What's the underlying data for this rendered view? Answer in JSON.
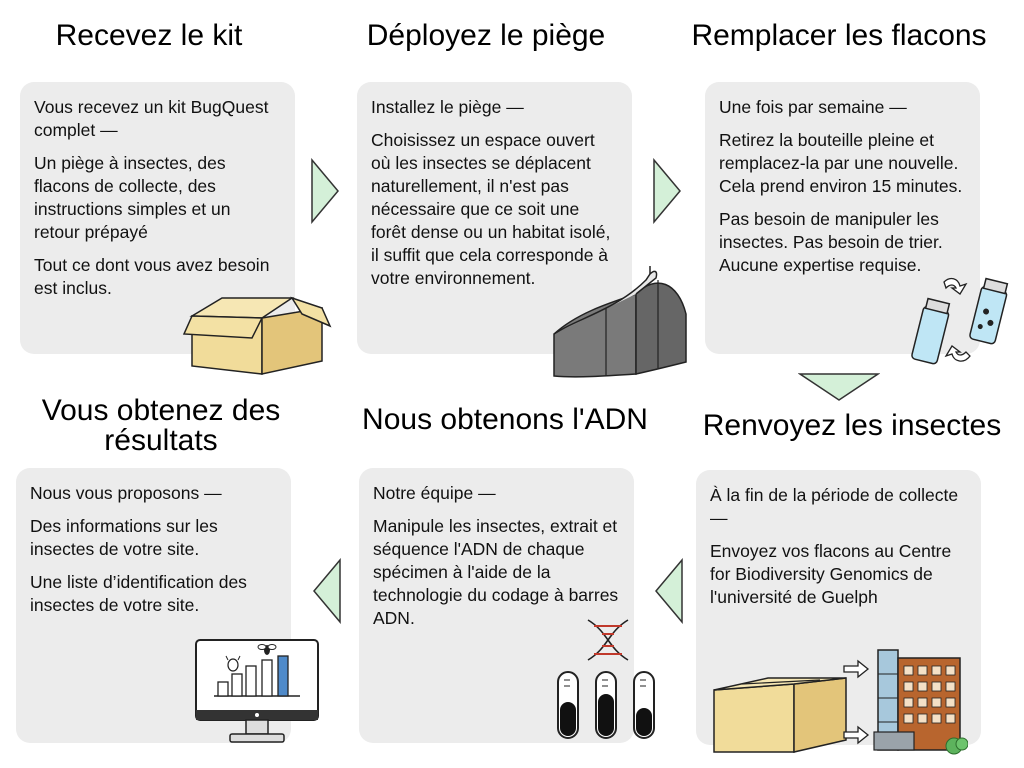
{
  "steps": [
    {
      "title": "Recevez le kit",
      "intro": "Vous recevez un kit BugQuest complet —",
      "paragraphs": [
        "Un piège à insectes, des flacons de collecte, des instructions simples et un retour prépayé",
        "Tout ce dont vous avez besoin est inclus."
      ],
      "illustration": "open-box-icon"
    },
    {
      "title": "Déployez le piège",
      "intro": "Installez le piège  —",
      "paragraphs": [
        "Choisissez un espace ouvert où les insectes se déplacent naturellement, il n'est pas nécessaire que ce soit une forêt dense ou un habitat isolé, il suffit que cela corresponde à votre environnement."
      ],
      "illustration": "insect-trap-icon"
    },
    {
      "title": "Remplacer les flacons",
      "intro": "Une fois par semaine —",
      "paragraphs": [
        "Retirez la bouteille pleine et remplacez-la par une nouvelle. Cela prend environ 15 minutes.",
        "Pas besoin de manipuler les insectes. Pas besoin de trier. Aucune expertise requise."
      ],
      "illustration": "swap-bottles-icon"
    },
    {
      "title": "Renvoyez les insectes",
      "intro": "À la fin de la période de collecte —",
      "paragraphs": [
        "Envoyez vos flacons au Centre for Biodiversity Genomics de l'université de Guelph"
      ],
      "illustration": "ship-to-building-icon"
    },
    {
      "title": "Nous obtenons l'ADN",
      "intro": "Notre équipe  —",
      "paragraphs": [
        "Manipule les insectes, extrait et séquence l'ADN de chaque spécimen à l'aide de la technologie du codage à barres ADN."
      ],
      "illustration": "dna-test-tubes-icon"
    },
    {
      "title": "Vous obtenez des résultats",
      "intro": "Nous vous proposons  —",
      "paragraphs": [
        "Des informations sur les insectes de votre site.",
        "Une liste d’identification des insectes de votre site."
      ],
      "illustration": "results-monitor-icon"
    }
  ],
  "colors": {
    "card_bg": "#ececec",
    "arrow_fill": "#d4f0d8",
    "arrow_stroke": "#333333",
    "box_fill": "#f1dc9a",
    "trap_fill": "#7a7a7a",
    "bottle_fill": "#bfe6f5",
    "building_brick": "#b8652e",
    "building_glass": "#a7c8dc",
    "bar_blue": "#4f8ac9"
  }
}
